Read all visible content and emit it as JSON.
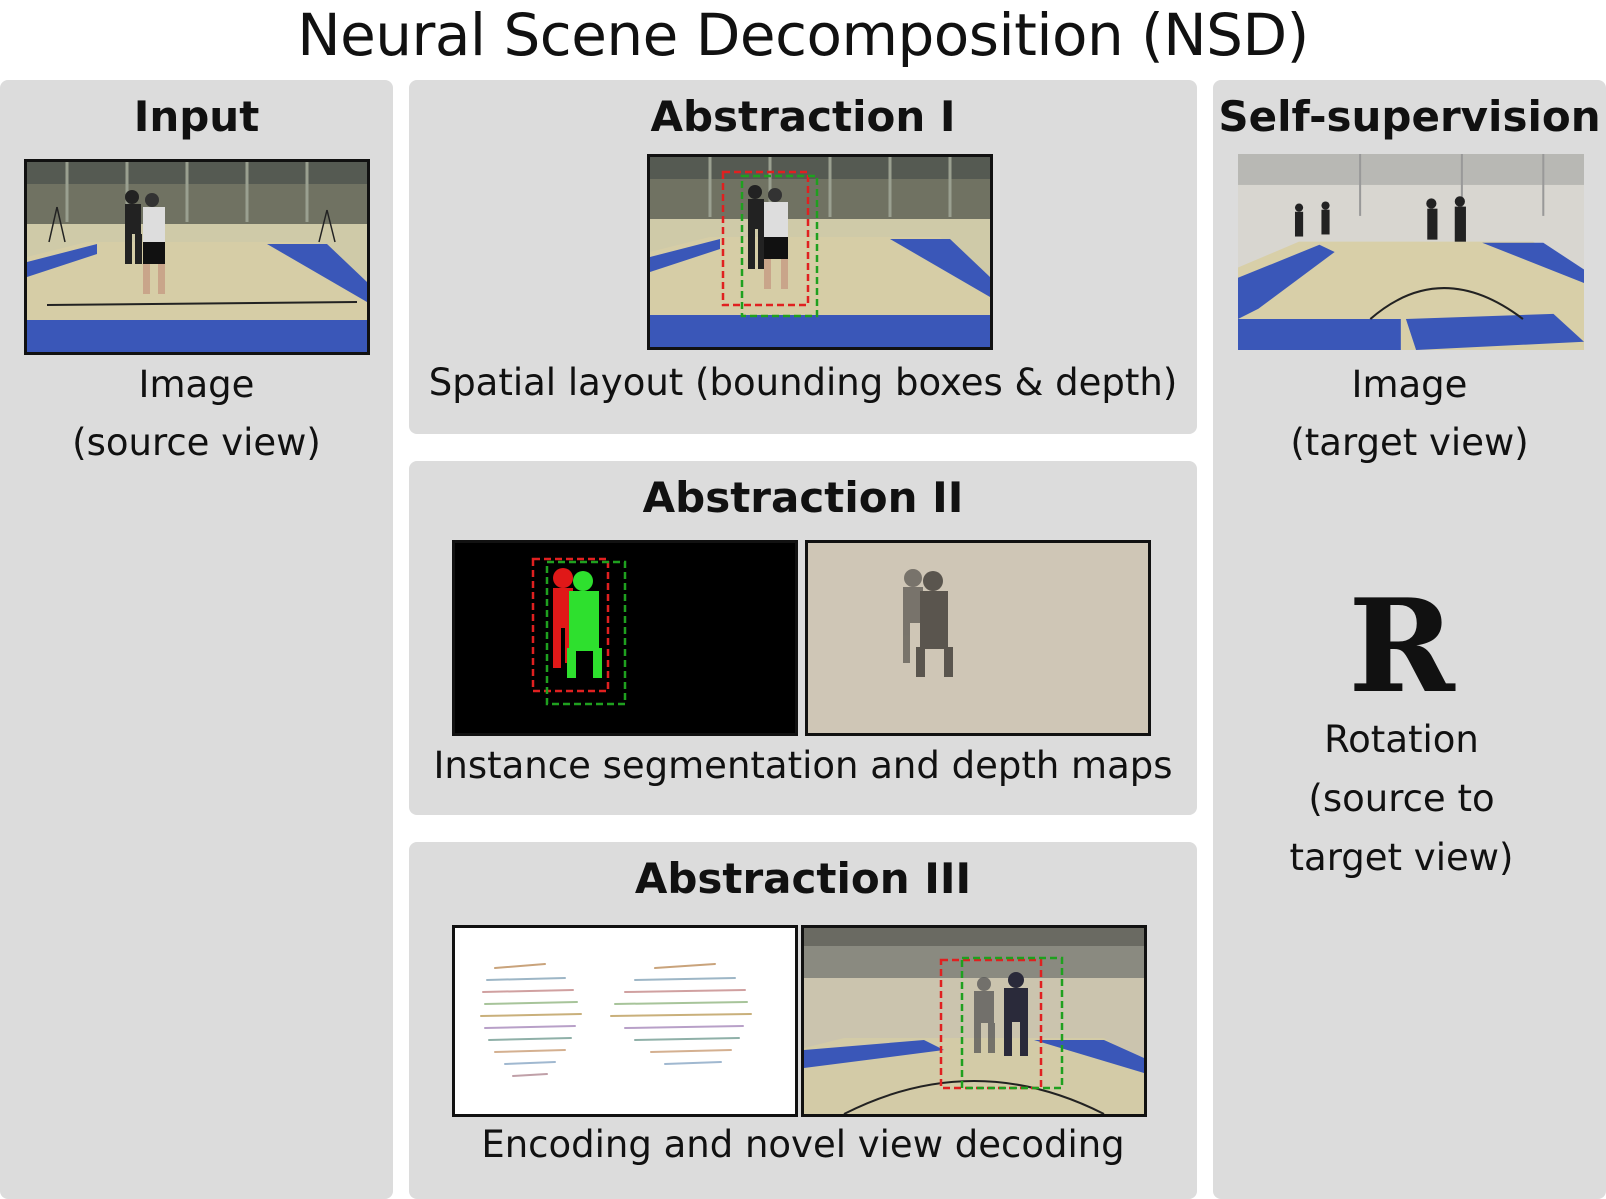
{
  "title": "Neural Scene Decomposition (NSD)",
  "input": {
    "heading": "Input",
    "caption_line1": "Image",
    "caption_line2": "(source view)"
  },
  "abstraction1": {
    "heading": "Abstraction I",
    "caption": "Spatial layout (bounding boxes & depth)"
  },
  "abstraction2": {
    "heading": "Abstraction II",
    "caption": "Instance segmentation and depth maps"
  },
  "abstraction3": {
    "heading": "Abstraction III",
    "caption": "Encoding and novel view decoding"
  },
  "supervision": {
    "heading": "Self-supervision",
    "caption_line1": "Image",
    "caption_line2": "(target view)",
    "rotation_symbol": "R",
    "rotation_line1": "Rotation",
    "rotation_line2": "(source to",
    "rotation_line3": "target view)"
  },
  "colors": {
    "panel_bg": "#dcdcdc",
    "box_red": "#e02020",
    "box_green": "#1fa01f",
    "mat_blue": "#3a57b8",
    "floor": "#d8cfa8"
  }
}
